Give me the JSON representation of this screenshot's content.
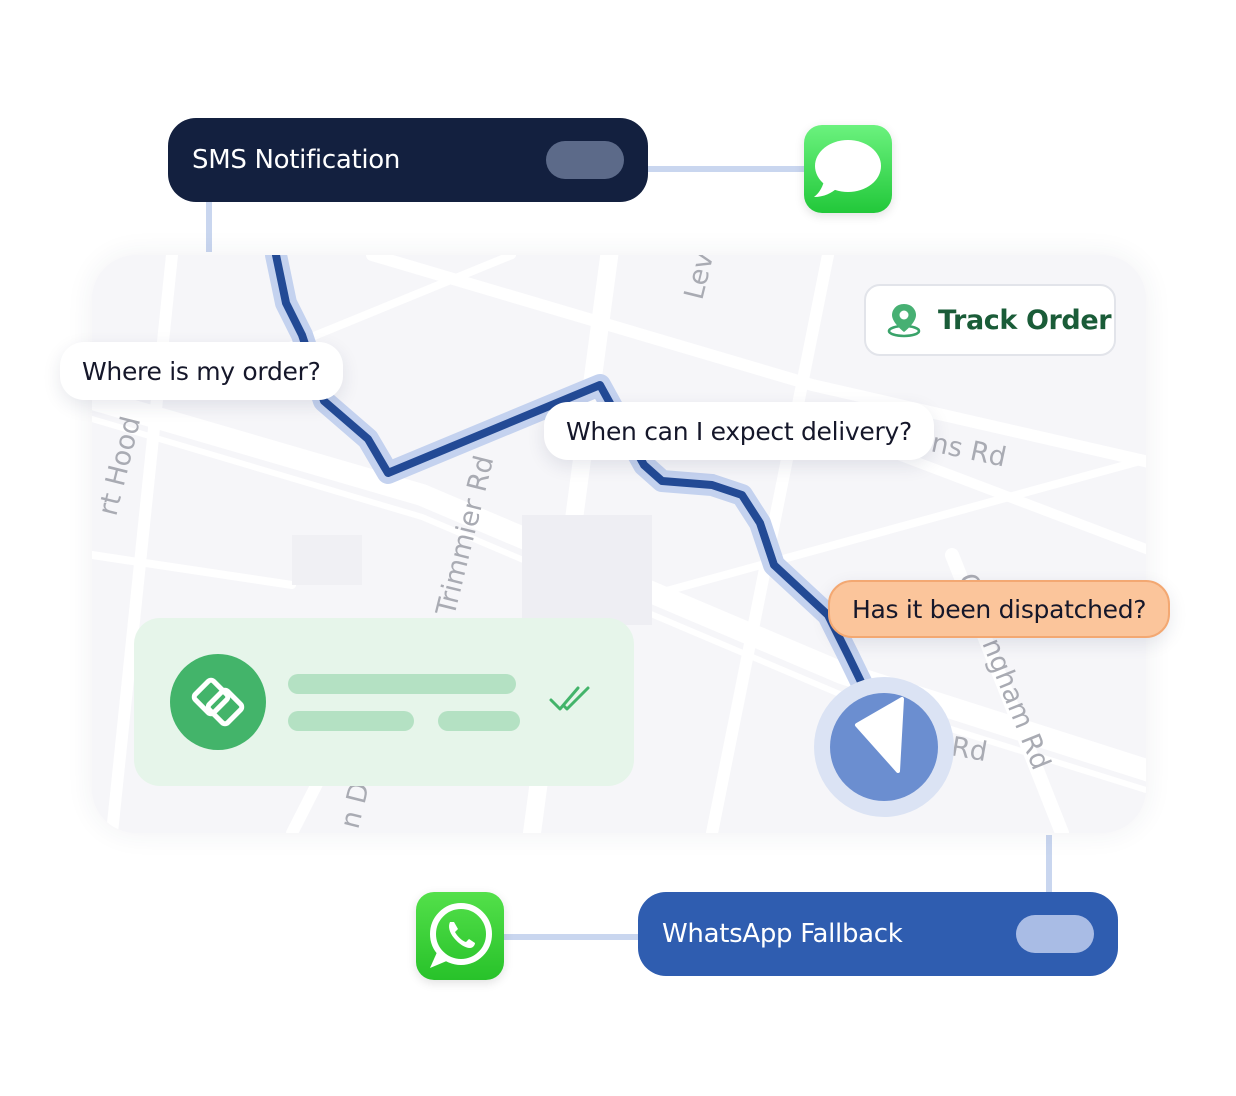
{
  "sms_card": {
    "label": "SMS Notification",
    "app_icon": "messages-icon"
  },
  "whatsapp_card": {
    "label": "WhatsApp Fallback",
    "app_icon": "whatsapp-icon"
  },
  "track_order": {
    "label": "Track Order",
    "icon": "location-pin-icon"
  },
  "chat_bubbles": {
    "where": "Where is my order?",
    "when": "When can I expect delivery?",
    "dispatched": "Has it been dispatched?"
  },
  "map": {
    "streets": [
      "Levy",
      "ns Rd",
      "rt Hood",
      "Trimmier Rd",
      "C",
      "ngham Rd",
      "Rd",
      "n Dr"
    ]
  },
  "message_preview": {
    "avatar_icon": "brand-logo-icon",
    "status_icon": "double-check-icon"
  },
  "navigation_marker": {
    "icon": "navigation-arrow-icon"
  },
  "colors": {
    "sms_card_bg": "#13203f",
    "whatsapp_card_bg": "#2f5db0",
    "route": "#234a95",
    "route_halo": "#c4d2ef",
    "track_text": "#1a5c38",
    "dispatched_bubble": "#fbc59b",
    "preview_bg": "#e6f5ea",
    "avatar": "#43b46a"
  }
}
